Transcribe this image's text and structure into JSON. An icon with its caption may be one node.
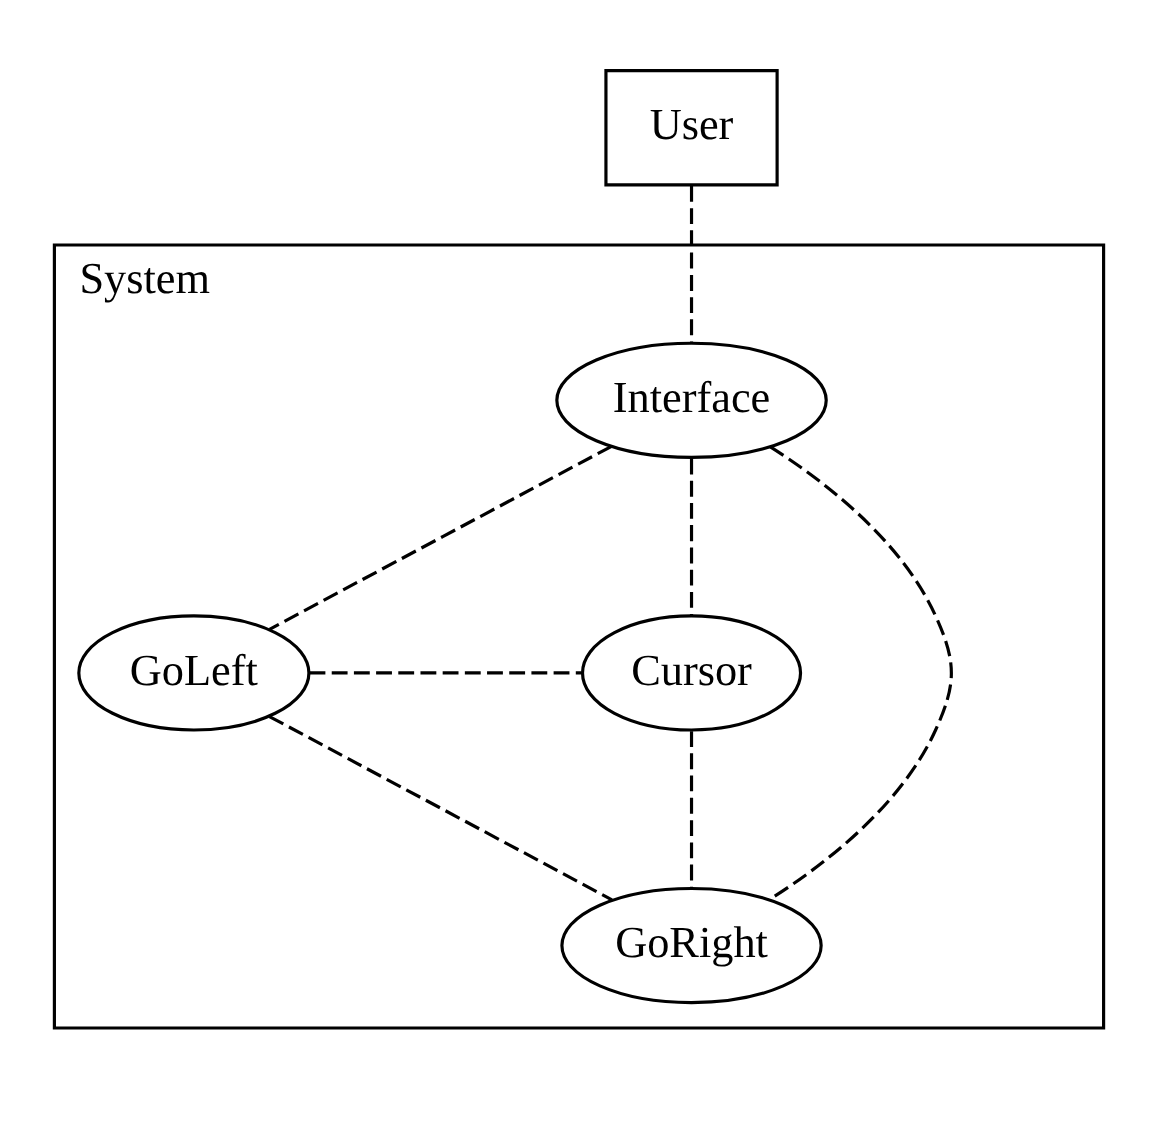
{
  "diagram": {
    "nodes": [
      {
        "text": [
          "User"
        ]
      },
      {
        "text": [
          "System"
        ]
      },
      {
        "text": [
          "Interface"
        ],
        "in": 1
      },
      {
        "text": [
          "GoLeft"
        ],
        "in": 1
      },
      {
        "text": [
          "Cursor"
        ],
        "in": 1
      },
      {
        "text": [
          "GoRight"
        ],
        "in": 1
      }
    ],
    "edges": [
      {
        "from": 0,
        "to": 2,
        "arrow": "none",
        "style": "dashed"
      },
      {
        "from": 2,
        "to": 3,
        "arrow": "none",
        "style": "dashed"
      },
      {
        "from": 2,
        "to": 4,
        "arrow": "none",
        "style": "dashed"
      },
      {
        "from": 2,
        "to": 5,
        "arrow": "none",
        "style": "dashed"
      },
      {
        "from": 3,
        "to": 4,
        "arrow": "none",
        "style": "dashed"
      },
      {
        "from": 3,
        "to": 5,
        "arrow": "none",
        "style": "dashed"
      },
      {
        "from": 4,
        "to": 5,
        "arrow": "none",
        "style": "dashed"
      }
    ]
  }
}
